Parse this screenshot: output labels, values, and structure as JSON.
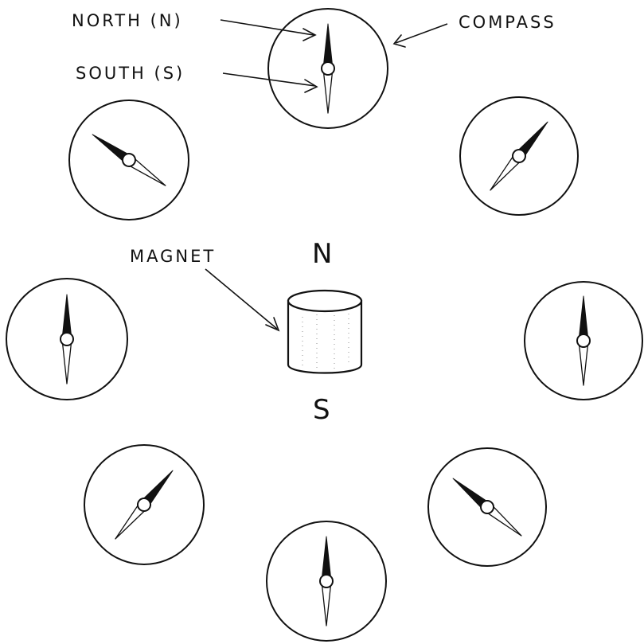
{
  "labels": {
    "north_needle": "NORTH (N)",
    "south_needle": "SOUTH (S)",
    "compass": "COMPASS",
    "magnet": "MAGNET",
    "magnet_north_pole": "N",
    "magnet_south_pole": "S"
  },
  "compasses": [
    {
      "id": "top",
      "needle_north_bearing_deg": 0
    },
    {
      "id": "upper-right",
      "needle_north_bearing_deg": 40
    },
    {
      "id": "right",
      "needle_north_bearing_deg": 0
    },
    {
      "id": "lower-right",
      "needle_north_bearing_deg": -50
    },
    {
      "id": "bottom",
      "needle_north_bearing_deg": 0
    },
    {
      "id": "lower-left",
      "needle_north_bearing_deg": 40
    },
    {
      "id": "left",
      "needle_north_bearing_deg": 0
    },
    {
      "id": "upper-left",
      "needle_north_bearing_deg": -55
    }
  ],
  "colors": {
    "ink": "#111111",
    "paper": "#ffffff"
  }
}
